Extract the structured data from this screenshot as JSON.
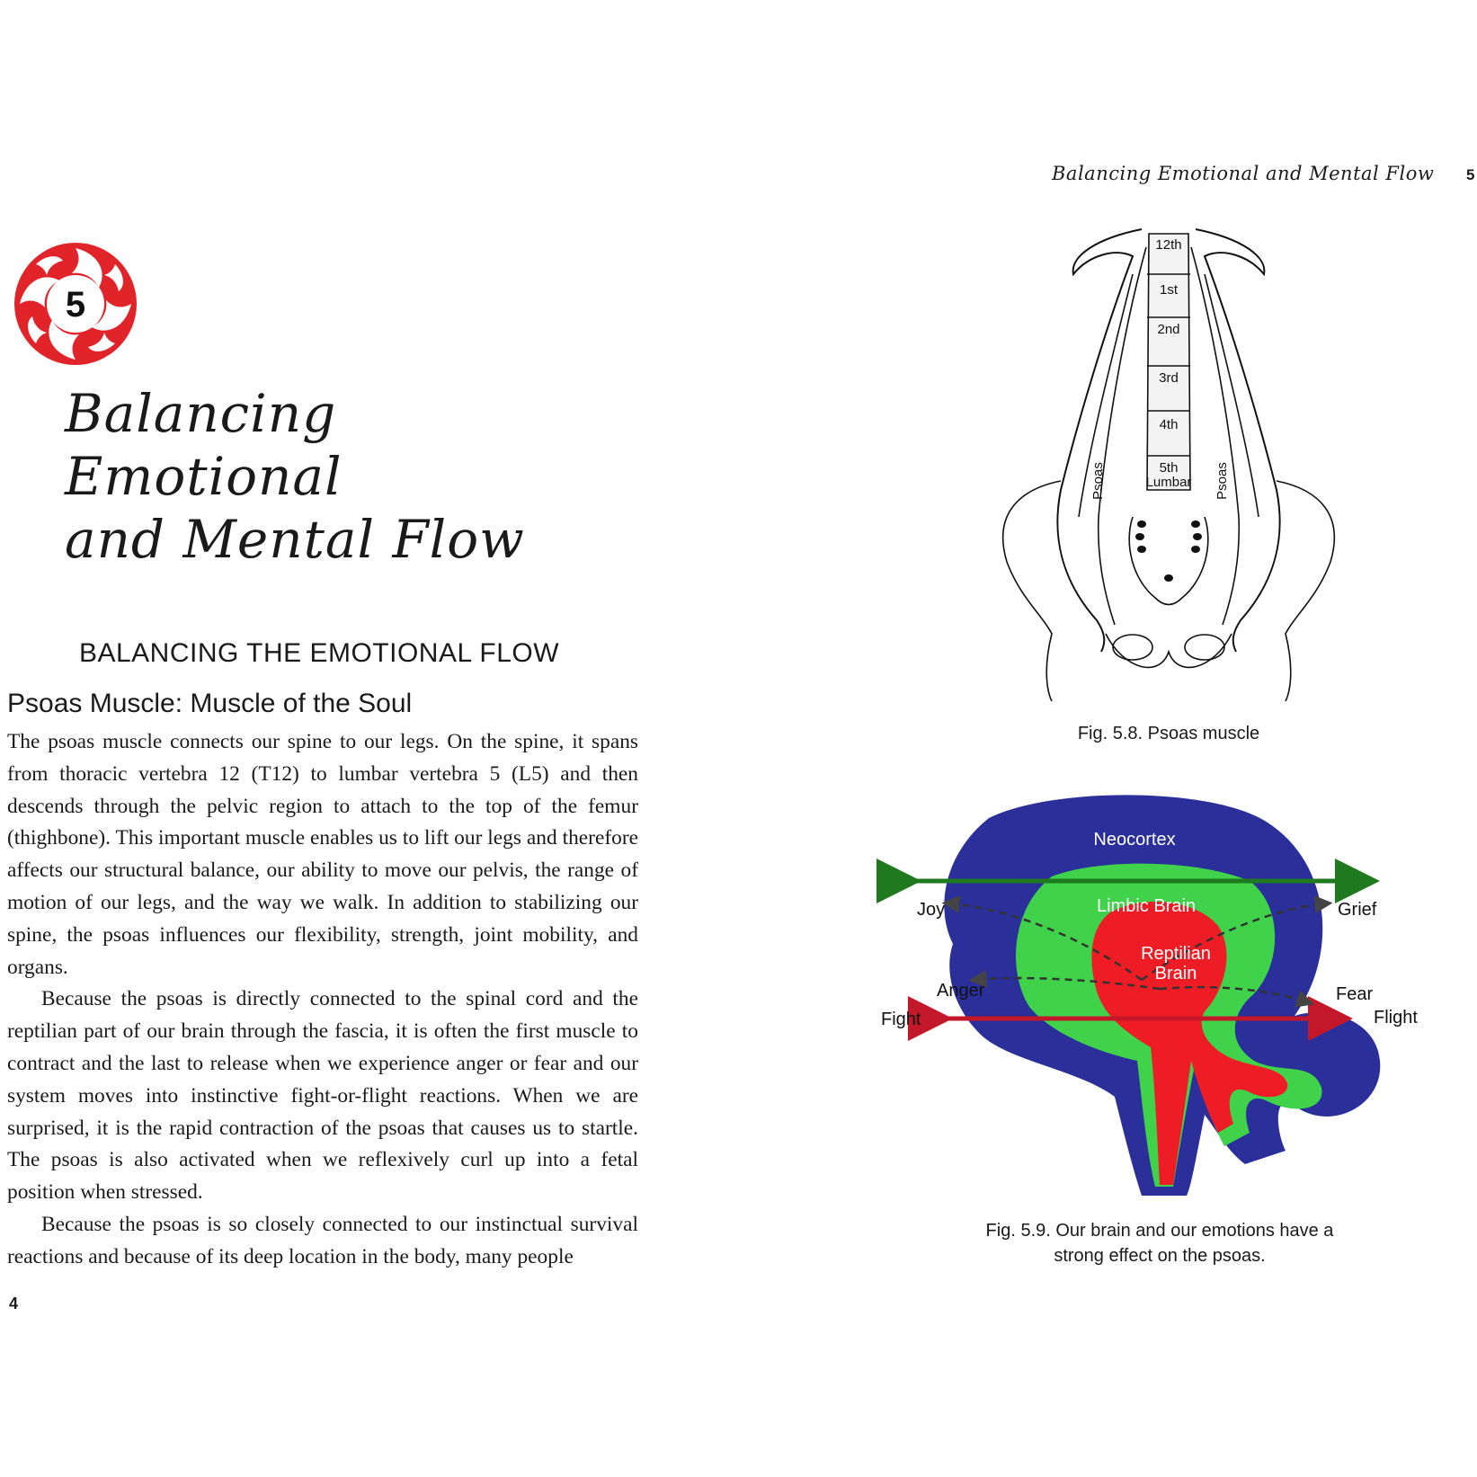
{
  "left_page": {
    "chapter_number": "5",
    "chapter_title_line1": "Balancing Emotional",
    "chapter_title_line2": "and Mental Flow",
    "section_heading": "BALANCING THE EMOTIONAL FLOW",
    "sub_heading": "Psoas Muscle: Muscle of the Soul",
    "paragraphs": [
      "The psoas muscle connects our spine to our legs. On the spine, it spans from thoracic vertebra 12 (T12) to lumbar vertebra 5 (L5) and then descends through the pelvic region to attach to the top of the femur (thighbone). This important muscle enables us to lift our legs and therefore affects our structural balance, our ability to move our pelvis, the range of motion of our legs, and the way we walk. In addition to stabilizing our spine, the psoas influences our flexibility, strength, joint mobility, and organs.",
      "Because the psoas is directly connected to the spinal cord and the reptilian part of our brain through the fascia, it is often the first muscle to contract and the last to release when we experience anger or fear and our system moves into instinctive fight-or-flight reactions. When we are surprised, it is the rapid contraction of the psoas that causes us to startle. The psoas is also activated when we reflexively curl up into a fetal position when stressed.",
      "Because the psoas is so closely connected to our instinctual survival reactions and because of its deep location in the body, many people"
    ],
    "page_number": "4"
  },
  "right_page": {
    "running_head": "Balancing Emotional and Mental Flow",
    "page_number": "5",
    "figure_psoas": {
      "vertebra_labels": [
        "12th",
        "1st",
        "2nd",
        "3rd",
        "4th",
        "5th",
        "Lumbar"
      ],
      "muscle_label_left": "Psoas",
      "muscle_label_right": "Psoas",
      "caption": "Fig. 5.8. Psoas muscle"
    },
    "figure_brain": {
      "neocortex": "Neocortex",
      "limbic": "Limbic Brain",
      "reptilian_line1": "Reptilian",
      "reptilian_line2": "Brain",
      "joy": "Joy",
      "grief": "Grief",
      "anger": "Anger",
      "fear": "Fear",
      "fight": "Fight",
      "flight": "Flight",
      "caption_line1": "Fig. 5.9. Our brain and our emotions have a",
      "caption_line2": "strong effect on the psoas."
    }
  },
  "colors": {
    "badge_red": "#e0242a",
    "neocortex_blue": "#2a2f9a",
    "limbic_green": "#3fd24a",
    "reptilian_red": "#ee1c24",
    "arrow_green": "#1f7a1f",
    "arrow_red": "#c2182a"
  }
}
